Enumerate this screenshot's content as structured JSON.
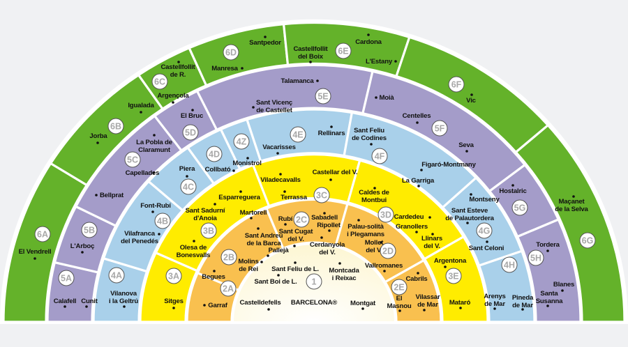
{
  "title": "Zones de transport",
  "colors": {
    "zone1": "#fffbe8",
    "ring2": "#f9c04f",
    "ring3": "#ffec00",
    "ring4": "#a9d0ea",
    "ring5": "#a49cc9",
    "ring6": "#64b22a",
    "background": "#f0f1f3",
    "badge_text": "#a8a8a8"
  },
  "zones": {
    "zone1": "1",
    "ring2": [
      "2A",
      "2B",
      "2C",
      "2D",
      "2E"
    ],
    "ring3": [
      "3A",
      "3B",
      "3C",
      "3D",
      "3E"
    ],
    "ring4": [
      "4A",
      "4B",
      "4C",
      "4D",
      "4Z",
      "4E",
      "4F",
      "4G",
      "4H"
    ],
    "ring5": [
      "5A",
      "5B",
      "5C",
      "5D",
      "5E",
      "5F",
      "5G",
      "5H"
    ],
    "ring6": [
      "6A",
      "6B",
      "6C",
      "6D",
      "6E",
      "6F",
      "6G"
    ]
  },
  "places": [
    [
      "Santpedor"
    ],
    [
      "Castellfollit",
      "de R."
    ],
    [
      "Manresa"
    ],
    [
      "Argençola"
    ],
    [
      "Igualada"
    ],
    [
      "Jorba"
    ],
    [
      "El Bruc"
    ],
    [
      "Sant Vicenç",
      "de Castellet"
    ],
    [
      "Talamanca"
    ],
    [
      "La Pobla de",
      "Claramunt"
    ],
    [
      "Capellades"
    ],
    [
      "Piera"
    ],
    [
      "Collbató"
    ],
    [
      "Monistrol"
    ],
    [
      "Vacarisses"
    ],
    [
      "Rellinars"
    ],
    [
      "Sant Feliu",
      "de Codines"
    ],
    [
      "Castellfollit",
      "del Boix"
    ],
    [
      "Cardona"
    ],
    [
      "L'Estany"
    ],
    [
      "Moià"
    ],
    [
      "Vic"
    ],
    [
      "Centelles"
    ],
    [
      "Seva"
    ],
    [
      "Figaró-Montmany"
    ],
    [
      "La Garriga"
    ],
    [
      "Montseny"
    ],
    [
      "Sant Esteve",
      "de Palautordera"
    ],
    [
      "Sant Celoni"
    ],
    [
      "Hostalric"
    ],
    [
      "Maçanet",
      "de la Selva"
    ],
    [
      "Tordera"
    ],
    [
      "Blanes"
    ],
    [
      "Santa",
      "Susanna"
    ],
    [
      "Pineda",
      "de Mar"
    ],
    [
      "Arenys",
      "de Mar"
    ],
    [
      "Mataró"
    ],
    [
      "Argentona"
    ],
    [
      "Llinars",
      "del V."
    ],
    [
      "Cardedeu"
    ],
    [
      "Granollers"
    ],
    [
      "Caldes de",
      "Montbui"
    ],
    [
      "Castellar del V."
    ],
    [
      "Viladecavalls"
    ],
    [
      "Terrassa"
    ],
    [
      "Esparreguera"
    ],
    [
      "Sant Sadurní",
      "d'Anoia"
    ],
    [
      "Martorell"
    ],
    [
      "Olesa de",
      "Bonesvalls"
    ],
    [
      "Sant Andreu",
      "de la Barca"
    ],
    [
      "Pallejà"
    ],
    [
      "Molins",
      "de Rei"
    ],
    [
      "Rubí"
    ],
    [
      "Sabadell"
    ],
    [
      "Sant Cugat",
      "del V."
    ],
    [
      "Ripollet"
    ],
    [
      "Cerdanyola",
      "del V."
    ],
    [
      "Palau-solità",
      "i Plegamans"
    ],
    [
      "Mollet",
      "del V."
    ],
    [
      "Vallromanes"
    ],
    [
      "Montcada",
      "i Reixac"
    ],
    [
      "Sant Feliu de L."
    ],
    [
      "Sant Boi de L."
    ],
    [
      "Castelldefells"
    ],
    [
      "BARCELONA®"
    ],
    [
      "Montgat"
    ],
    [
      "El",
      "Masnou"
    ],
    [
      "Vilassar",
      "de Mar"
    ],
    [
      "Cabrils"
    ],
    [
      "Begues"
    ],
    [
      "Garraf"
    ],
    [
      "Sitges"
    ],
    [
      "Vilanova",
      "i la Geltrú"
    ],
    [
      "Calafell"
    ],
    [
      "Cunit"
    ],
    [
      "El Vendrell"
    ],
    [
      "L'Arboç"
    ],
    [
      "Bellprat"
    ],
    [
      "Font-Rubí"
    ],
    [
      "Vilafranca",
      "del Penedés"
    ]
  ]
}
